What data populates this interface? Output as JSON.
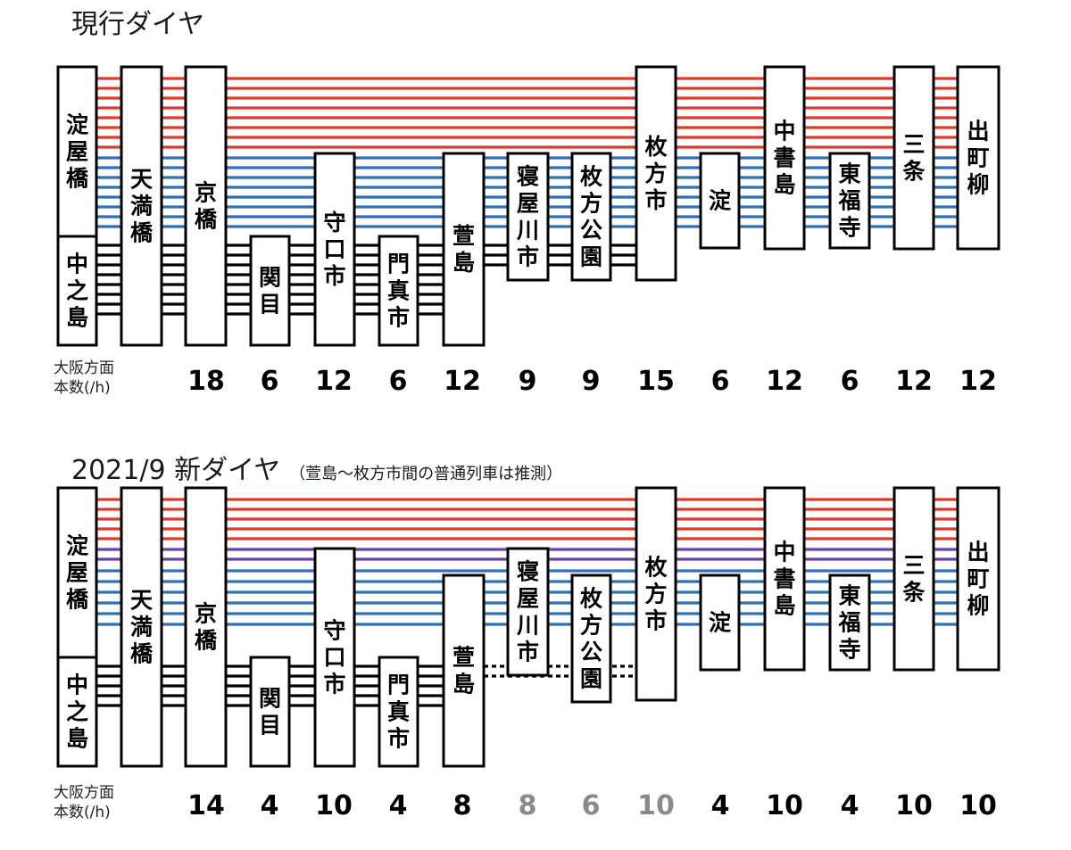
{
  "colors": {
    "red": "#e03a2b",
    "blue": "#2f6fb5",
    "purple": "#6e3fa5",
    "black": "#000000",
    "count_main": "#000000",
    "count_estimated": "#8a8a8a"
  },
  "count_label": {
    "line1": "大阪方面",
    "line2": "本数(/h)"
  },
  "diagrams": [
    {
      "title": "現行ダイヤ",
      "note": "",
      "stations": [
        "淀屋橋",
        "中之島",
        "天満橋",
        "京橋",
        "関目",
        "守口市",
        "門真市",
        "萱島",
        "寝屋川市",
        "枚方公園",
        "枚方市",
        "淀",
        "中書島",
        "東福寺",
        "三条",
        "出町柳"
      ],
      "counts": [
        {
          "value": "18",
          "estimated": false
        },
        {
          "value": "6",
          "estimated": false
        },
        {
          "value": "12",
          "estimated": false
        },
        {
          "value": "6",
          "estimated": false
        },
        {
          "value": "12",
          "estimated": false
        },
        {
          "value": "9",
          "estimated": false
        },
        {
          "value": "9",
          "estimated": false
        },
        {
          "value": "15",
          "estimated": false
        },
        {
          "value": "6",
          "estimated": false
        },
        {
          "value": "12",
          "estimated": false
        },
        {
          "value": "6",
          "estimated": false
        },
        {
          "value": "12",
          "estimated": false
        },
        {
          "value": "12",
          "estimated": false
        }
      ]
    },
    {
      "title": "2021/9 新ダイヤ",
      "note": "（萱島〜枚方市間の普通列車は推測）",
      "stations": [
        "淀屋橋",
        "中之島",
        "天満橋",
        "京橋",
        "関目",
        "守口市",
        "門真市",
        "萱島",
        "寝屋川市",
        "枚方公園",
        "枚方市",
        "淀",
        "中書島",
        "東福寺",
        "三条",
        "出町柳"
      ],
      "counts": [
        {
          "value": "14",
          "estimated": false
        },
        {
          "value": "4",
          "estimated": false
        },
        {
          "value": "10",
          "estimated": false
        },
        {
          "value": "4",
          "estimated": false
        },
        {
          "value": "8",
          "estimated": false
        },
        {
          "value": "8",
          "estimated": true
        },
        {
          "value": "6",
          "estimated": true
        },
        {
          "value": "10",
          "estimated": true
        },
        {
          "value": "4",
          "estimated": false
        },
        {
          "value": "10",
          "estimated": false
        },
        {
          "value": "4",
          "estimated": false
        },
        {
          "value": "10",
          "estimated": false
        },
        {
          "value": "10",
          "estimated": false
        }
      ]
    }
  ]
}
